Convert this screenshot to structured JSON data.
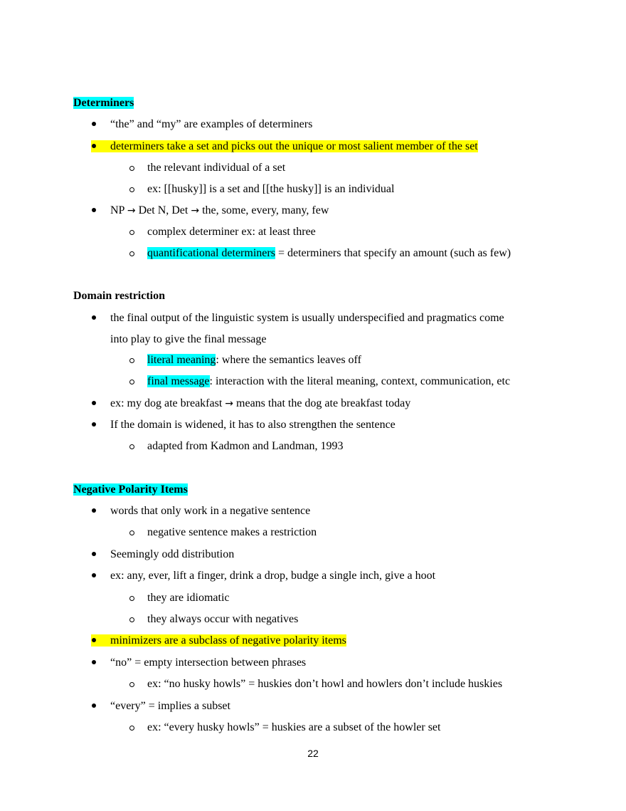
{
  "document": {
    "page_number": "22",
    "highlight_colors": {
      "cyan": "#00ffff",
      "yellow": "#ffff00"
    },
    "sections": [
      {
        "heading": "Determiners",
        "heading_highlight": "cyan",
        "items": [
          {
            "level": 1,
            "text": "“the” and “my” are examples of determiners"
          },
          {
            "level": 1,
            "text": "determiners take a set and picks out the unique or most salient member of the set",
            "highlight": "yellow"
          },
          {
            "level": 2,
            "text": "the relevant individual of a set"
          },
          {
            "level": 2,
            "text": "ex: [[husky]] is a set and [[the husky]] is an individual"
          },
          {
            "level": 1,
            "text_pre": "NP ",
            "arrow1": "→",
            "text_mid": " Det N, Det ",
            "arrow2": "→",
            "text_post": " the, some, every, many, few"
          },
          {
            "level": 2,
            "text": "complex determiner ex: at least three"
          },
          {
            "level": 2,
            "highlighted_term": "quantificational determiners",
            "text": " = determiners that specify an amount (such as few)"
          }
        ]
      },
      {
        "heading": "Domain restriction",
        "items": [
          {
            "level": 1,
            "text": "the final output of the linguistic system is usually underspecified and pragmatics come",
            "continuation": "into play to give the final message"
          },
          {
            "level": 2,
            "highlighted_term": "literal meaning",
            "text": ": where the semantics leaves off"
          },
          {
            "level": 2,
            "highlighted_term": "final message",
            "text": ": interaction with the literal meaning, context, communication, etc"
          },
          {
            "level": 1,
            "text_pre": "ex: my dog ate breakfast ",
            "arrow": "→",
            "text_post": " means that the dog ate breakfast today"
          },
          {
            "level": 1,
            "text": "If the domain is widened, it has to also strengthen the sentence"
          },
          {
            "level": 2,
            "text": "adapted from Kadmon and Landman, 1993"
          }
        ]
      },
      {
        "heading": "Negative Polarity Items",
        "heading_highlight": "cyan",
        "items": [
          {
            "level": 1,
            "text": "words that only work in a negative sentence"
          },
          {
            "level": 2,
            "text": "negative sentence makes a restriction"
          },
          {
            "level": 1,
            "text": "Seemingly odd distribution"
          },
          {
            "level": 1,
            "text": "ex: any, ever, lift a finger, drink a drop, budge a single inch, give a hoot"
          },
          {
            "level": 2,
            "text": "they are idiomatic"
          },
          {
            "level": 2,
            "text": "they always occur with negatives"
          },
          {
            "level": 1,
            "text": "minimizers are a subclass of negative polarity items",
            "highlight": "yellow"
          },
          {
            "level": 1,
            "text": "“no” = empty intersection between phrases"
          },
          {
            "level": 2,
            "text": "ex: “no husky howls” = huskies don’t howl and howlers don’t include huskies"
          },
          {
            "level": 1,
            "text": "“every” = implies a subset"
          },
          {
            "level": 2,
            "text": "ex: “every husky howls” = huskies are a subset of the howler set"
          }
        ]
      }
    ]
  }
}
